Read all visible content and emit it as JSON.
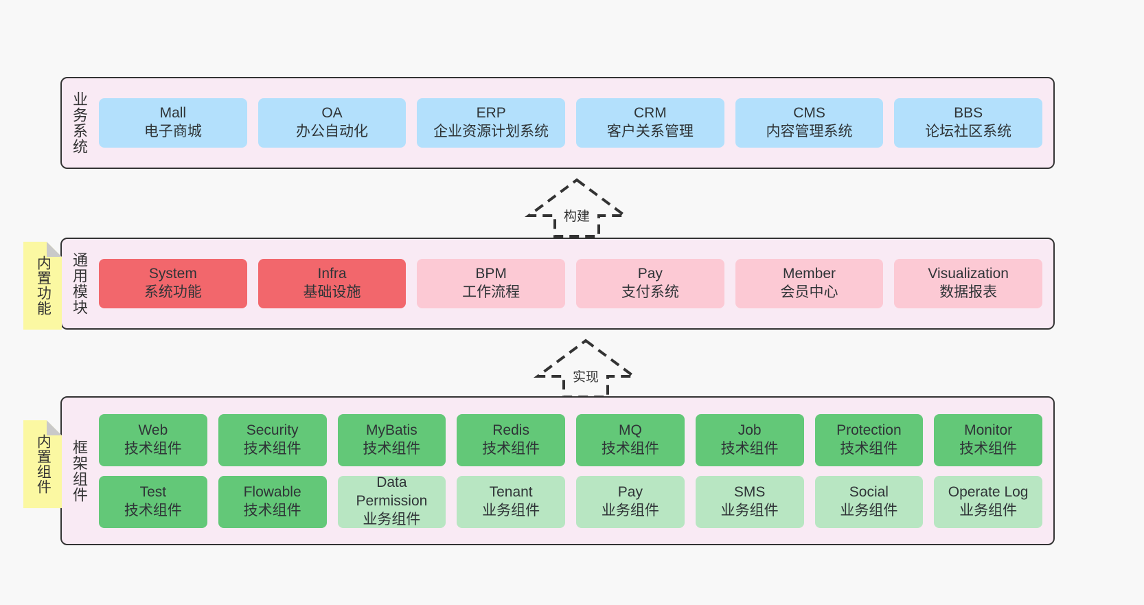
{
  "diagram": {
    "background": "#f8f8f8",
    "band_fill": "#f9eaf4",
    "band_border": "#333333",
    "note_fill": "#fbf8a2",
    "colors": {
      "business_system": "#b3e0fc",
      "core_module_active": "#f2676c",
      "core_module": "#fcc9d4",
      "tech_component": "#63c878",
      "biz_component": "#b8e6c2"
    }
  },
  "notes": [
    {
      "label": "内置功能",
      "name": "note-builtin-functions"
    },
    {
      "label": "内置组件",
      "name": "note-builtin-components"
    }
  ],
  "arrows": [
    {
      "label": "构建",
      "name": "arrow-build"
    },
    {
      "label": "实现",
      "name": "arrow-implement"
    }
  ],
  "bands": {
    "business": {
      "title": "业务系统",
      "cards": [
        {
          "en": "Mall",
          "cn": "电子商城"
        },
        {
          "en": "OA",
          "cn": "办公自动化"
        },
        {
          "en": "ERP",
          "cn": "企业资源计划系统"
        },
        {
          "en": "CRM",
          "cn": "客户关系管理"
        },
        {
          "en": "CMS",
          "cn": "内容管理系统"
        },
        {
          "en": "BBS",
          "cn": "论坛社区系统"
        }
      ]
    },
    "common": {
      "title": "通用模块",
      "cards": [
        {
          "en": "System",
          "cn": "系统功能",
          "style": "red"
        },
        {
          "en": "Infra",
          "cn": "基础设施",
          "style": "red"
        },
        {
          "en": "BPM",
          "cn": "工作流程",
          "style": "pink"
        },
        {
          "en": "Pay",
          "cn": "支付系统",
          "style": "pink"
        },
        {
          "en": "Member",
          "cn": "会员中心",
          "style": "pink"
        },
        {
          "en": "Visualization",
          "cn": "数据报表",
          "style": "pink"
        }
      ]
    },
    "framework": {
      "title": "框架组件",
      "rows": [
        [
          {
            "en": "Web",
            "cn": "技术组件",
            "style": "green"
          },
          {
            "en": "Security",
            "cn": "技术组件",
            "style": "green"
          },
          {
            "en": "MyBatis",
            "cn": "技术组件",
            "style": "green"
          },
          {
            "en": "Redis",
            "cn": "技术组件",
            "style": "green"
          },
          {
            "en": "MQ",
            "cn": "技术组件",
            "style": "green"
          },
          {
            "en": "Job",
            "cn": "技术组件",
            "style": "green"
          },
          {
            "en": "Protection",
            "cn": "技术组件",
            "style": "green"
          },
          {
            "en": "Monitor",
            "cn": "技术组件",
            "style": "green"
          }
        ],
        [
          {
            "en": "Test",
            "cn": "技术组件",
            "style": "green"
          },
          {
            "en": "Flowable",
            "cn": "技术组件",
            "style": "green"
          },
          {
            "en": "Data Permission",
            "cn": "业务组件",
            "style": "lgreen",
            "wrap": true
          },
          {
            "en": "Tenant",
            "cn": "业务组件",
            "style": "lgreen"
          },
          {
            "en": "Pay",
            "cn": "业务组件",
            "style": "lgreen"
          },
          {
            "en": "SMS",
            "cn": "业务组件",
            "style": "lgreen"
          },
          {
            "en": "Social",
            "cn": "业务组件",
            "style": "lgreen"
          },
          {
            "en": "Operate Log",
            "cn": "业务组件",
            "style": "lgreen"
          }
        ]
      ]
    }
  }
}
